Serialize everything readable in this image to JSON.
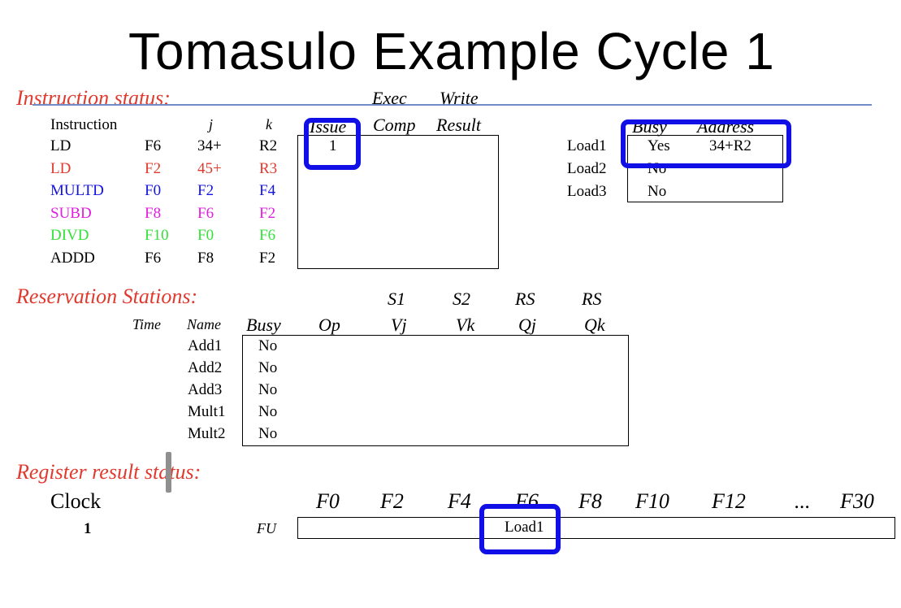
{
  "title": "Tomasulo Example Cycle 1",
  "instruction_status": {
    "section_label": "Instruction status:",
    "headers": {
      "instruction": "Instruction",
      "j": "j",
      "k": "k",
      "issue": "Issue",
      "exec_top": "Exec",
      "exec_bottom": "Comp",
      "write_top": "Write",
      "write_bottom": "Result"
    },
    "rows": [
      {
        "op": "LD",
        "dest": "F6",
        "j": "34+",
        "k": "R2",
        "issue": "1",
        "color": "#000000"
      },
      {
        "op": "LD",
        "dest": "F2",
        "j": "45+",
        "k": "R3",
        "issue": "",
        "color": "#e03a2f"
      },
      {
        "op": "MULTD",
        "dest": "F0",
        "j": "F2",
        "k": "F4",
        "issue": "",
        "color": "#1414e0"
      },
      {
        "op": "SUBD",
        "dest": "F8",
        "j": "F6",
        "k": "F2",
        "issue": "",
        "color": "#e020e0"
      },
      {
        "op": "DIVD",
        "dest": "F10",
        "j": "F0",
        "k": "F6",
        "issue": "",
        "color": "#35e03a"
      },
      {
        "op": "ADDD",
        "dest": "F6",
        "j": "F8",
        "k": "F2",
        "issue": "",
        "color": "#000000"
      }
    ]
  },
  "load_buffers": {
    "headers": {
      "busy": "Busy",
      "address": "Address"
    },
    "rows": [
      {
        "name": "Load1",
        "busy": "Yes",
        "address": "34+R2"
      },
      {
        "name": "Load2",
        "busy": "No",
        "address": ""
      },
      {
        "name": "Load3",
        "busy": "No",
        "address": ""
      }
    ]
  },
  "reservation_stations": {
    "section_label": "Reservation Stations:",
    "headers_top": {
      "s1": "S1",
      "s2": "S2",
      "rs1": "RS",
      "rs2": "RS"
    },
    "headers": {
      "time": "Time",
      "name": "Name",
      "busy": "Busy",
      "op": "Op",
      "vj": "Vj",
      "vk": "Vk",
      "qj": "Qj",
      "qk": "Qk"
    },
    "rows": [
      {
        "name": "Add1",
        "busy": "No"
      },
      {
        "name": "Add2",
        "busy": "No"
      },
      {
        "name": "Add3",
        "busy": "No"
      },
      {
        "name": "Mult1",
        "busy": "No"
      },
      {
        "name": "Mult2",
        "busy": "No"
      }
    ]
  },
  "register_status": {
    "section_label": "Register result status:",
    "clock_label": "Clock",
    "clock_value": "1",
    "fu_label": "FU",
    "registers": [
      "F0",
      "F2",
      "F4",
      "F6",
      "F8",
      "F10",
      "F12",
      "...",
      "F30"
    ],
    "f6_value": "Load1"
  }
}
